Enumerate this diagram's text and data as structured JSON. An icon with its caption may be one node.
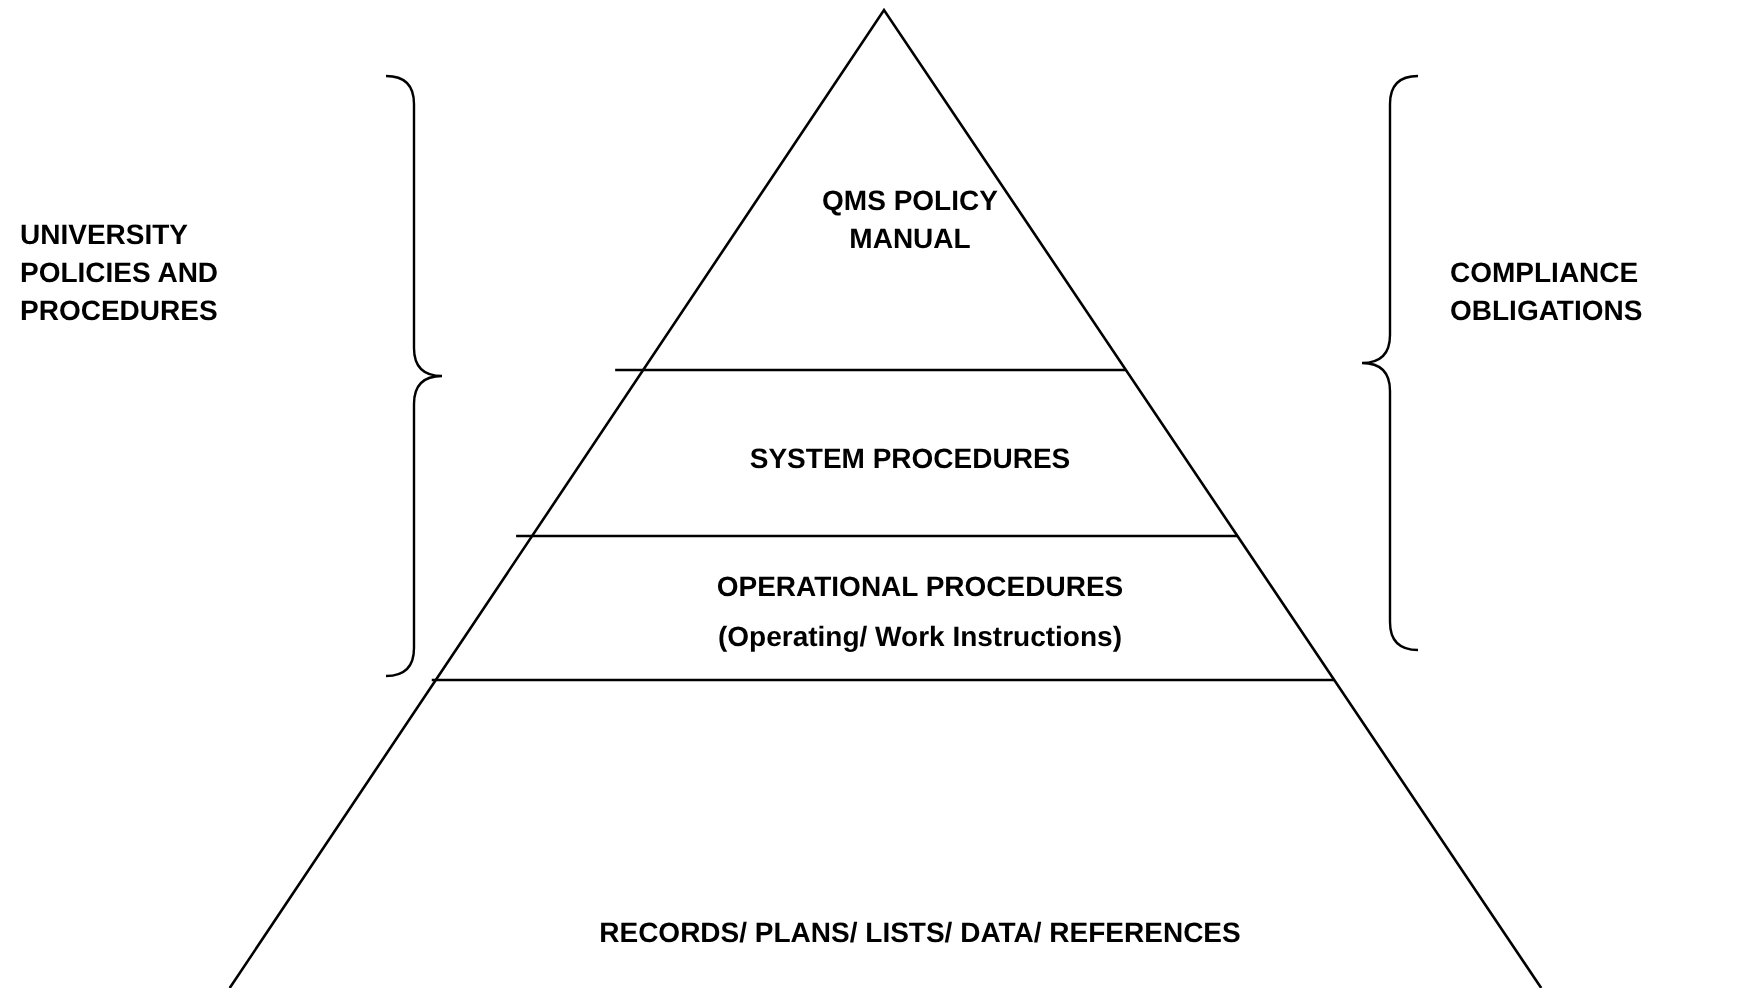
{
  "diagram": {
    "nodes": [
      {
        "text": [
          "QMS POLICY MANUAL"
        ]
      },
      {
        "text": [
          "SYSTEM PROCEDURES"
        ]
      },
      {
        "text": [
          "OPERATIONAL PROCEDURES",
          "(Operating/ Work Instructions)"
        ]
      },
      {
        "text": [
          "RECORDS/ PLANS/ LISTS/ DATA/ REFERENCES"
        ]
      }
    ],
    "labels": [
      "UNIVERSITY POLICIES AND PROCEDURES",
      "COMPLIANCE OBLIGATIONS"
    ]
  }
}
